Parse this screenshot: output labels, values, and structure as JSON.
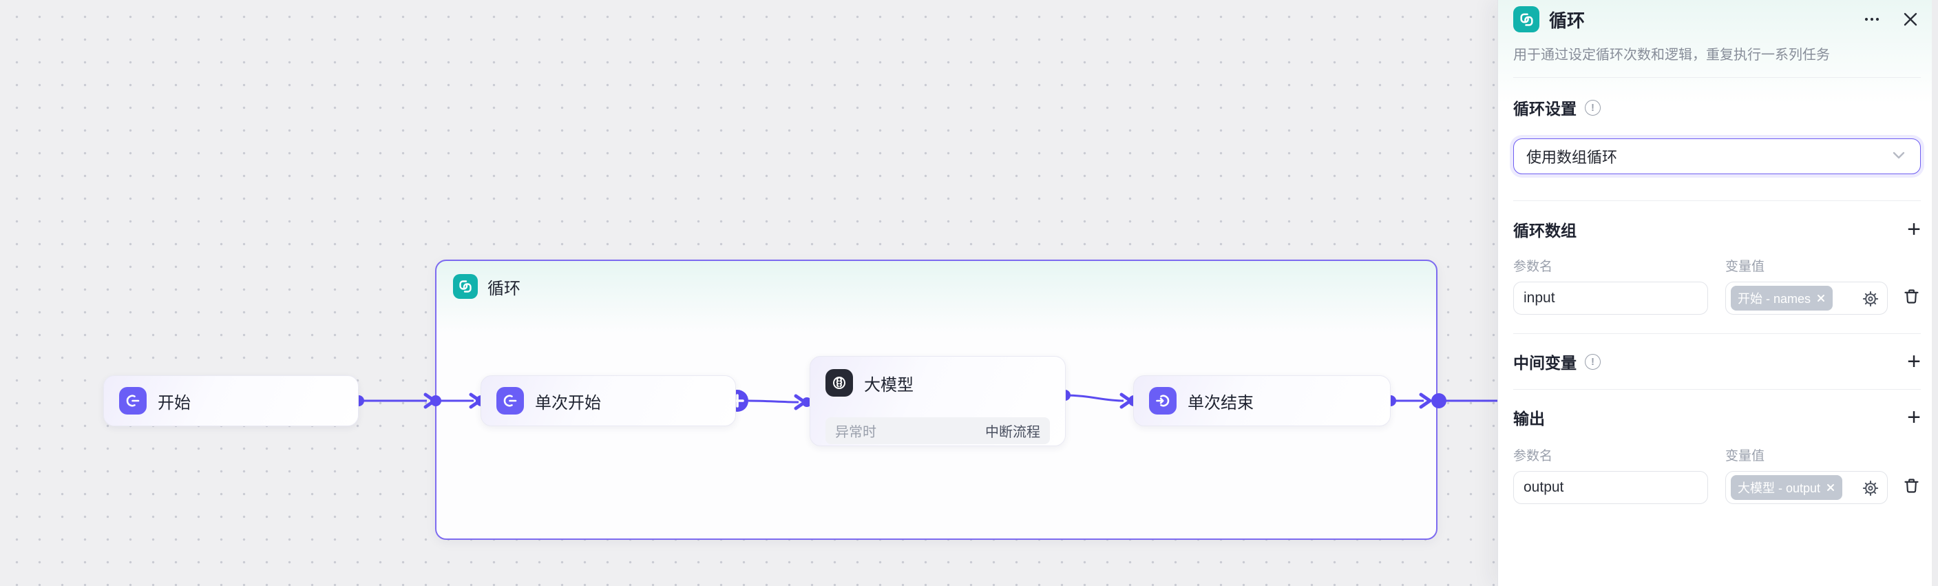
{
  "panel": {
    "title": "循环",
    "description": "用于通过设定循环次数和逻辑，重复执行一系列任务",
    "sections": {
      "loop_settings": {
        "label": "循环设置",
        "dropdown_value": "使用数组循环"
      },
      "loop_array": {
        "label": "循环数组",
        "param_label": "参数名",
        "value_label": "变量值",
        "rows": [
          {
            "param": "input",
            "tag": "开始 - names"
          }
        ]
      },
      "intermediate": {
        "label": "中间变量"
      },
      "output": {
        "label": "输出",
        "param_label": "参数名",
        "value_label": "变量值",
        "rows": [
          {
            "param": "output",
            "tag": "大模型 - output"
          }
        ]
      }
    }
  },
  "canvas": {
    "nodes": {
      "start": {
        "label": "开始"
      },
      "loop": {
        "label": "循环"
      },
      "loop_start": {
        "label": "单次开始"
      },
      "llm": {
        "label": "大模型",
        "error_label": "异常时",
        "error_action": "中断流程"
      },
      "loop_end": {
        "label": "单次结束"
      }
    }
  },
  "colors": {
    "accent_purple": "#5b4bf0",
    "node_icon_purple": "#6a5ef6",
    "loop_teal": "#12b2ac",
    "llm_icon_dark": "#272934",
    "loop_border": "#7d6bf0",
    "tag_gray": "#c2c8d2"
  }
}
